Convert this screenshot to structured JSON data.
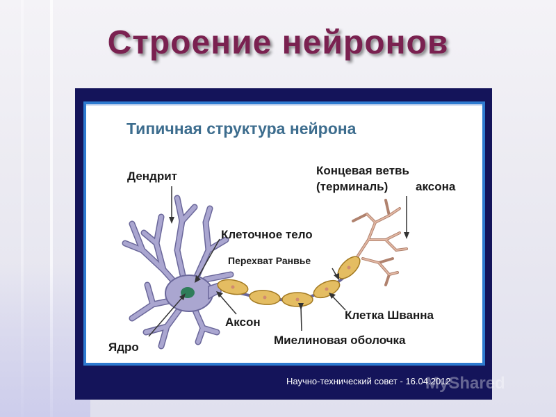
{
  "slide": {
    "title": "Строение нейронов"
  },
  "diagram": {
    "title": "Типичная структура нейрона",
    "labels": {
      "dendrite": "Дендрит",
      "terminal_line1": "Концевая ветвь",
      "terminal_line2": "(терминаль)",
      "terminal_axon": "аксона",
      "cell_body": "Клеточное тело",
      "node_ranvier": "Перехват Ранвье",
      "axon": "Аксон",
      "schwann_cell": "Клетка Шванна",
      "nucleus": "Ядро",
      "myelin_sheath": "Миелиновая оболочка"
    }
  },
  "footer": {
    "text": "Научно-технический совет - 16.04.2012"
  },
  "watermark": {
    "text": "MyShared"
  },
  "colors": {
    "title": "#7a2150",
    "panel": "#14145a",
    "border": "#2e7bd0",
    "neuron": "#a9a4ce",
    "neuron_outline": "#6a679a",
    "nucleus": "#2f7d5a",
    "myelin": "#e4bd62",
    "terminal": "#c9907a"
  }
}
